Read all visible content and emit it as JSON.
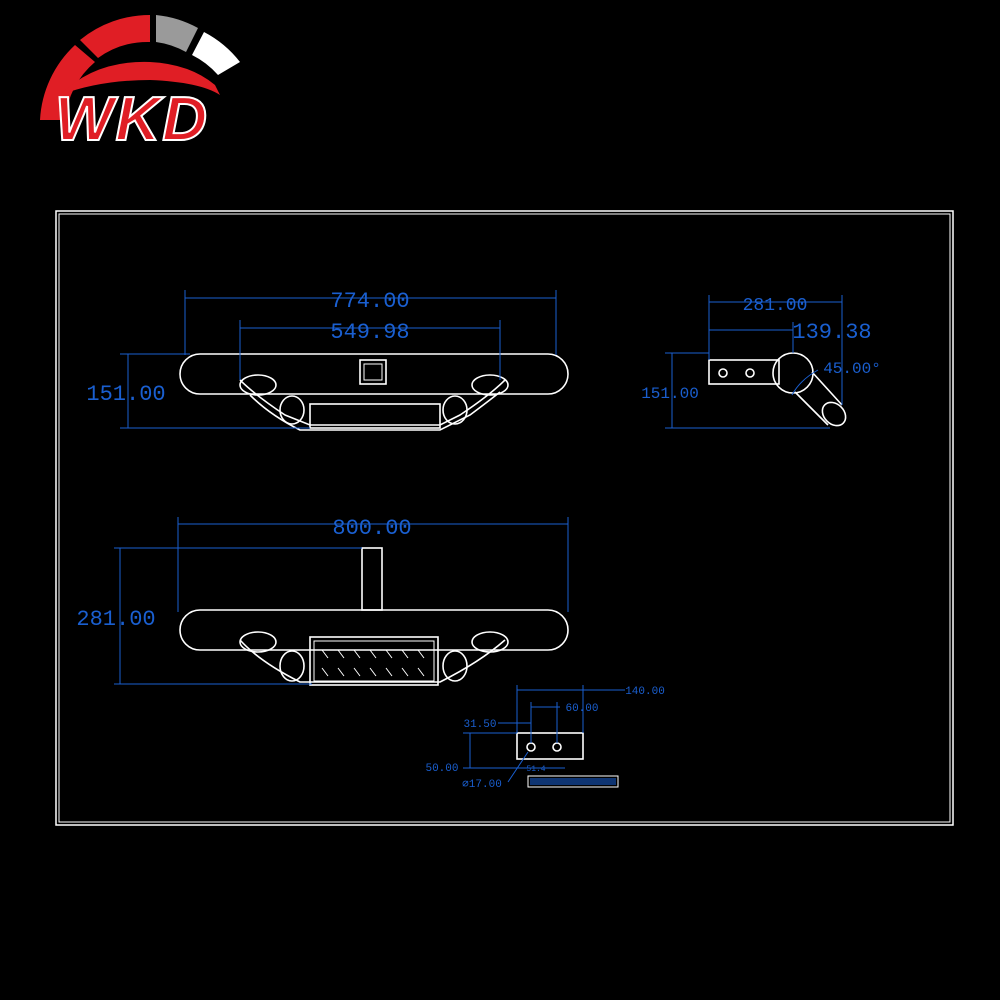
{
  "logo": {
    "text": "WKD",
    "colors": {
      "red": "#e01e25",
      "gray": "#9a9a9a",
      "white": "#ffffff"
    }
  },
  "front_view": {
    "overall_width": "774.00",
    "inner_width": "549.98",
    "height": "151.00"
  },
  "side_view": {
    "depth": "281.00",
    "offset": "139.38",
    "angle": "45.00°",
    "height": "151.00"
  },
  "top_view": {
    "overall_width": "800.00",
    "depth": "281.00"
  },
  "bracket_detail": {
    "length": "140.00",
    "hole_spacing": "60.00",
    "edge_offset": "31.50",
    "height": "50.00",
    "hole_diameter": "⌀17.00",
    "small_label": "51.4"
  },
  "colors": {
    "dimension": "#1a5fd0",
    "outline": "#ffffff",
    "background": "#000000"
  }
}
